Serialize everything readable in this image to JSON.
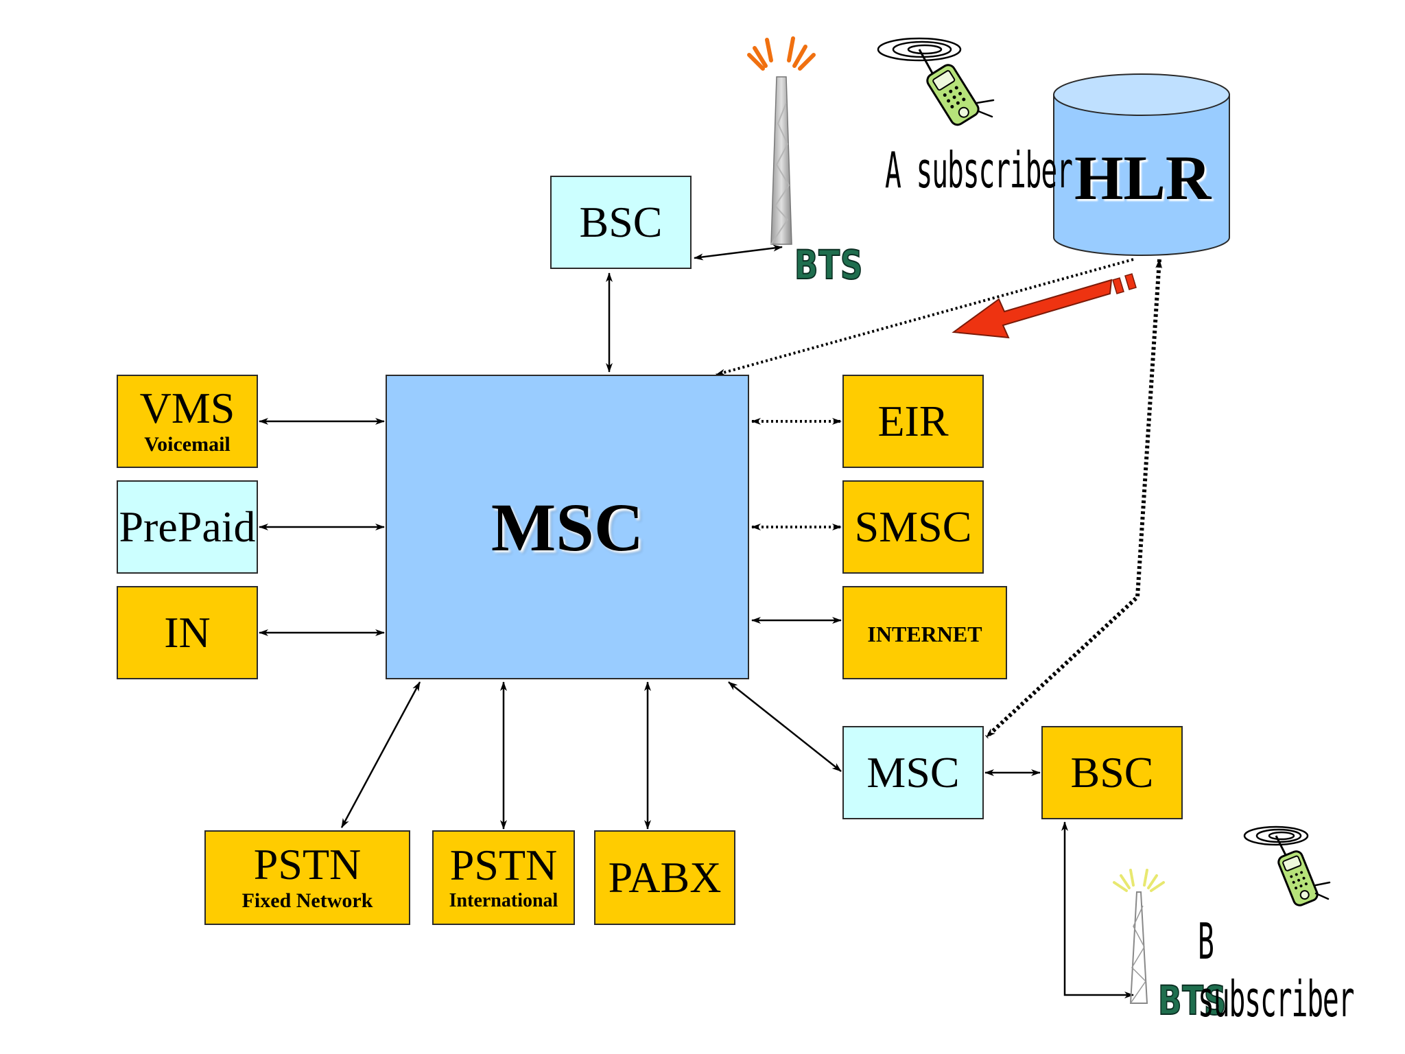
{
  "core": {
    "label": "MSC"
  },
  "hlr": {
    "label": "HLR"
  },
  "subscriber_a": {
    "label": "A subscriber"
  },
  "subscriber_b": {
    "label": "B subscriber"
  },
  "bts_top": {
    "label": "BTS"
  },
  "bts_bottom": {
    "label": "BTS"
  },
  "nodes": {
    "bsc_top": {
      "label": "BSC"
    },
    "vms": {
      "label": "VMS",
      "sublabel": "Voicemail"
    },
    "prepaid": {
      "label": "PrePaid"
    },
    "in": {
      "label": "IN"
    },
    "eir": {
      "label": "EIR"
    },
    "smsc": {
      "label": "SMSC"
    },
    "internet": {
      "label": "INTERNET"
    },
    "msc_remote": {
      "label": "MSC"
    },
    "bsc_remote": {
      "label": "BSC"
    },
    "pstn_fixed": {
      "label": "PSTN",
      "sublabel": "Fixed Network"
    },
    "pstn_intl": {
      "label": "PSTN",
      "sublabel": "International"
    },
    "pabx": {
      "label": "PABX"
    }
  },
  "colors": {
    "orange": "#ffcc00",
    "cyan": "#ccffff",
    "blue": "#99ccff",
    "arrow_red": "#ee3311",
    "bts_green": "#1f6e4e"
  }
}
